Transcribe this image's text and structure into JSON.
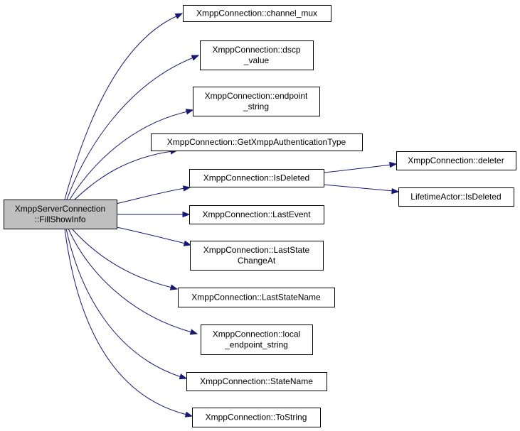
{
  "graph": {
    "edge_color": "#191970",
    "root_fill": "#bfbfbf",
    "nodes": {
      "root": [
        "XmppServerConnection",
        "::FillShowInfo"
      ],
      "channel_mux": [
        "XmppConnection::channel_mux"
      ],
      "dscp_value": [
        "XmppConnection::dscp",
        "_value"
      ],
      "endpoint_string": [
        "XmppConnection::endpoint",
        "_string"
      ],
      "get_auth_type": [
        "XmppConnection::GetXmppAuthenticationType"
      ],
      "is_deleted": [
        "XmppConnection::IsDeleted"
      ],
      "deleter": [
        "XmppConnection::deleter"
      ],
      "lifetime_is_deleted": [
        "LifetimeActor::IsDeleted"
      ],
      "last_event": [
        "XmppConnection::LastEvent"
      ],
      "last_state_change_at": [
        "XmppConnection::LastState",
        "ChangeAt"
      ],
      "last_state_name": [
        "XmppConnection::LastStateName"
      ],
      "local_endpoint_string": [
        "XmppConnection::local",
        "_endpoint_string"
      ],
      "state_name": [
        "XmppConnection::StateName"
      ],
      "to_string": [
        "XmppConnection::ToString"
      ]
    },
    "edges": [
      [
        "root",
        "channel_mux"
      ],
      [
        "root",
        "dscp_value"
      ],
      [
        "root",
        "endpoint_string"
      ],
      [
        "root",
        "get_auth_type"
      ],
      [
        "root",
        "is_deleted"
      ],
      [
        "root",
        "last_event"
      ],
      [
        "root",
        "last_state_change_at"
      ],
      [
        "root",
        "last_state_name"
      ],
      [
        "root",
        "local_endpoint_string"
      ],
      [
        "root",
        "state_name"
      ],
      [
        "root",
        "to_string"
      ],
      [
        "is_deleted",
        "deleter"
      ],
      [
        "is_deleted",
        "lifetime_is_deleted"
      ]
    ]
  }
}
